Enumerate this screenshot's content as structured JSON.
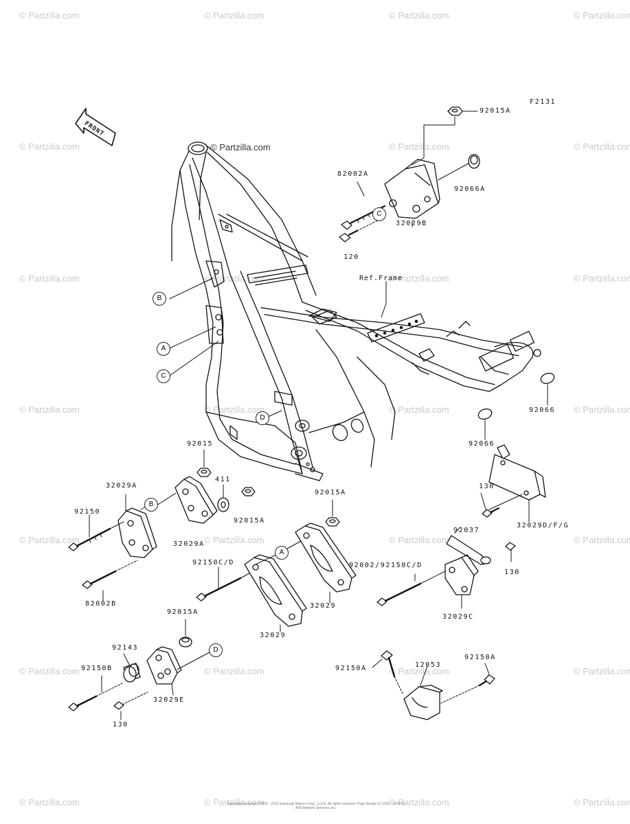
{
  "watermark": "© Partzilla.com",
  "brand": "© Partzilla.com",
  "figure_code": "F2131",
  "front_label": "FRONT",
  "ref_frame": "Ref.Frame",
  "callouts": {
    "a": "A",
    "b": "B",
    "c": "C",
    "d": "D"
  },
  "parts": {
    "p92015A_top": "92015A",
    "p82002A": "82002A",
    "p92066A": "92066A",
    "p120": "120",
    "p32029B": "32029B",
    "p92066_right": "92066",
    "p92066_mid": "92066",
    "p92015": "92015",
    "p32029A_left": "32029A",
    "p411": "411",
    "p92015A_mid": "92015A",
    "p92150": "92150",
    "p32029A_mid": "32029A",
    "p92015A_right": "92015A",
    "p130_upper": "130",
    "p32029DFG": "32029D/F/G",
    "p92037": "92037",
    "p130_side": "130",
    "p92150CD": "92150C/D",
    "p92002_92150CD": "92002/92150C/D",
    "p82002B": "82002B",
    "p32029_right": "32029",
    "p32029C": "32029C",
    "p32029_lower": "32029",
    "p92015A_low": "92015A",
    "p92143": "92143",
    "p92150B": "92150B",
    "p130_low": "130",
    "p32029E": "32029E",
    "p92150A_left": "92150A",
    "p12053": "12053",
    "p92150A_right": "92150A"
  },
  "copyright": "Kawasaki materials ©1996 - 2015 Kawasaki Motors Corp., U.S.A. All rights reserved. Page design (c) 2002 - 2015 by ARI Network Services, Inc."
}
